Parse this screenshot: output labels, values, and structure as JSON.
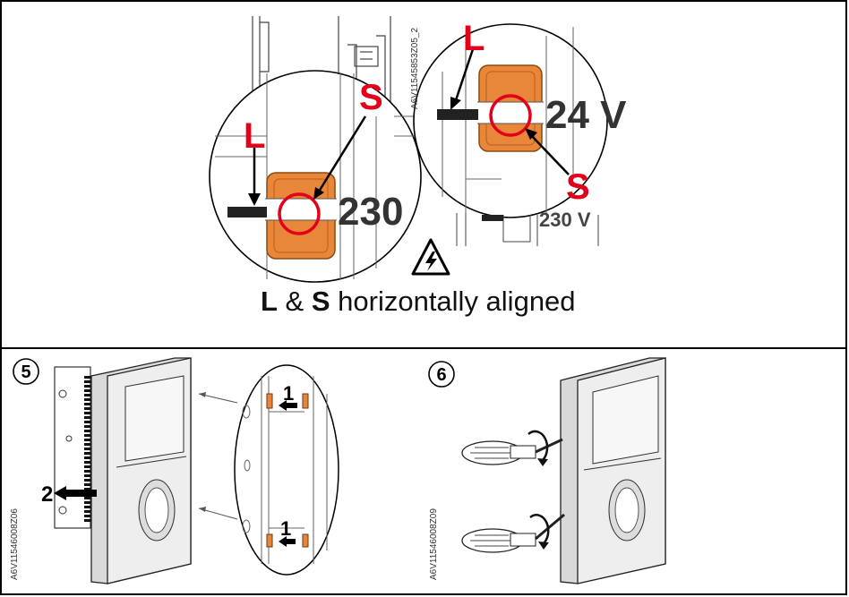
{
  "colors": {
    "frame": "#000000",
    "label_red": "#e2001a",
    "switch_orange": "#e8873a",
    "device_grey": "#d9d9d9",
    "light_grey": "#efefef"
  },
  "top_section": {
    "image_code": "A6V11545853Z05_2",
    "left_zoom": {
      "label_l": "L",
      "label_s": "S",
      "voltage": "230"
    },
    "right_zoom": {
      "label_l": "L",
      "label_s": "S",
      "voltage": "24 V",
      "voltage_below": "230 V"
    },
    "warning_icon": "electrical-hazard-icon",
    "caption": {
      "l": "L",
      "amp": " & ",
      "s": "S",
      "rest": " horizontally aligned"
    }
  },
  "step5": {
    "number": "5",
    "image_code": "A6V11546008Z06",
    "arrow_label_remove": "2",
    "zoom_arrow_top": "1",
    "zoom_arrow_bottom": "1"
  },
  "step6": {
    "number": "6",
    "image_code": "A6V11546008Z09"
  }
}
